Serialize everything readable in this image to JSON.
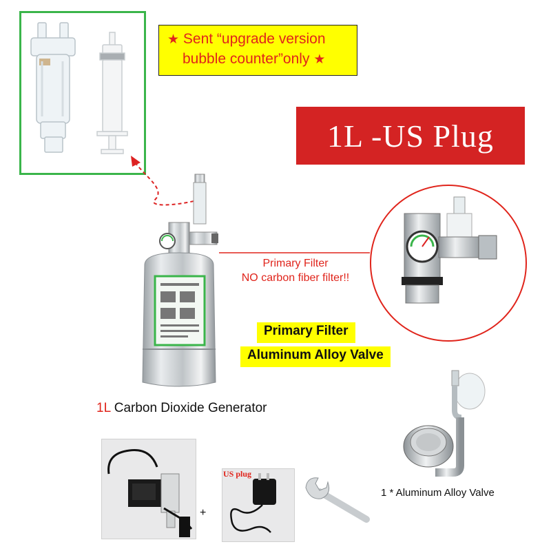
{
  "notice": {
    "star": "★",
    "line1": "Sent “upgrade version",
    "line2": "bubble counter”only"
  },
  "plug_banner": "1L -US Plug",
  "filter_note": {
    "line1": "Primary Filter",
    "line2": "NO carbon fiber filter!!"
  },
  "highlights": {
    "primary_filter": "Primary Filter",
    "valve": "Aluminum Alloy Valve"
  },
  "generator_caption": {
    "size": "1L",
    "label": " Carbon Dioxide Generator"
  },
  "valve_caption": "1 * Aluminum Alloy Valve",
  "plus_sign": "+",
  "us_plug_tag": "US plug",
  "colors": {
    "accent_red": "#e0241b",
    "banner_red": "#d42323",
    "highlight_yellow": "#ffff00",
    "frame_green": "#3ab54a"
  },
  "icons": [
    "star-icon",
    "bubble-counter-image",
    "syringe-image",
    "co2-cylinder-image",
    "regulator-image",
    "solenoid-valve-image",
    "power-adapter-image",
    "wrench-image",
    "diffuser-valve-image"
  ]
}
